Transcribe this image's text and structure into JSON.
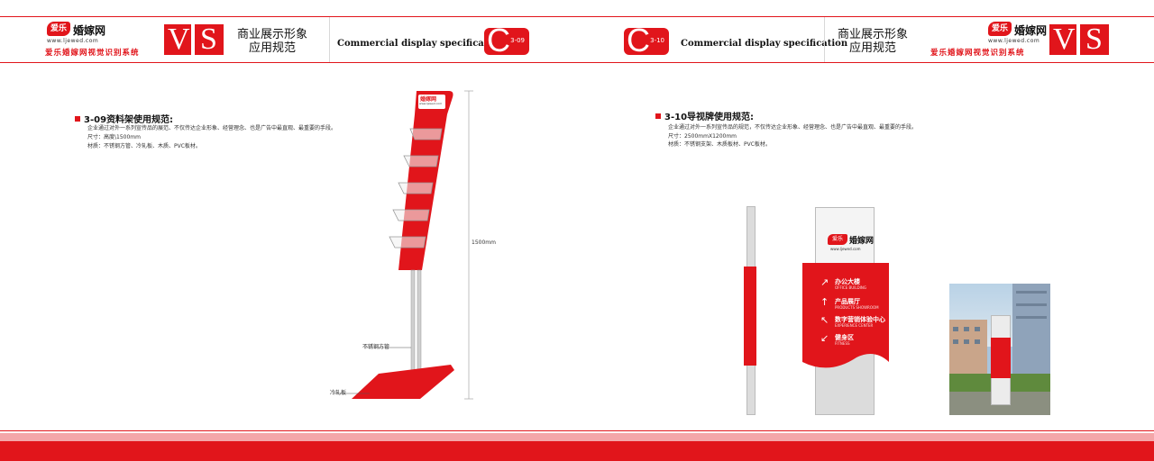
{
  "header": {
    "left": {
      "logo_badge": "爱乐",
      "logo_name": "婚嫁网",
      "logo_url": "www.ljewed.com",
      "logo_sub": "爱乐婚嫁网视觉识别系统",
      "vs_v": "V",
      "vs_s": "S",
      "cn_line1": "商业展示形象",
      "cn_line2": "应用规范",
      "en_title": "Commercial display specification",
      "c_letter": "C",
      "c_num": "3-09"
    },
    "right": {
      "c_letter": "C",
      "c_num": "3-10",
      "en_title": "Commercial display specification",
      "cn_line1": "商业展示形象",
      "cn_line2": "应用规范",
      "logo_badge": "爱乐",
      "logo_name": "婚嫁网",
      "logo_url": "www.ljewed.com",
      "logo_sub": "爱乐婚嫁网视觉识别系统",
      "vs_v": "V",
      "vs_s": "S"
    }
  },
  "section_309": {
    "title": "3-09资料架使用规范:",
    "desc": "企业通过对外一系列宣传品的展范、不仅传达企业形象、经营理念、也是广告中最直观、最重要的手段。",
    "size": "尺寸：高度\\1500mm",
    "material": "材质：不锈钢方管、冷轧板、木质、PVC板材。"
  },
  "section_310": {
    "title": "3-10导视牌使用规范:",
    "desc": "企业通过对外一系列宣传品的规范，不仅传达企业形象、经营理念、也是广告中最直观、最重要的手段。",
    "size": "尺寸：2500mmX1200mm",
    "material": "材质：不锈钢支架、木质板材、PVC板材。"
  },
  "rack": {
    "logo_name": "婚嫁网",
    "logo_url": "www.ljewed.com",
    "height_label": "1500mm",
    "tube_label": "不锈钢方管",
    "plate_label": "冷轧板"
  },
  "sign": {
    "logo_badge": "爱乐",
    "logo_name": "婚嫁网",
    "logo_url": "www.ljewed.com",
    "items": [
      {
        "arrow": "↗",
        "title": "办公大楼",
        "sub": "OFFICE BUILDING"
      },
      {
        "arrow": "↑",
        "title": "产品展厅",
        "sub": "PRODUCTS SHOWROOM"
      },
      {
        "arrow": "↖",
        "title": "数字营销体验中心",
        "sub": "EXPERIENCE CENTER"
      },
      {
        "arrow": "↙",
        "title": "健身区",
        "sub": "FITNESS"
      }
    ]
  },
  "colors": {
    "brand_red": "#e1151b",
    "footer_pink": "#f4a6a9",
    "sign_gray": "#dcdcdc"
  }
}
